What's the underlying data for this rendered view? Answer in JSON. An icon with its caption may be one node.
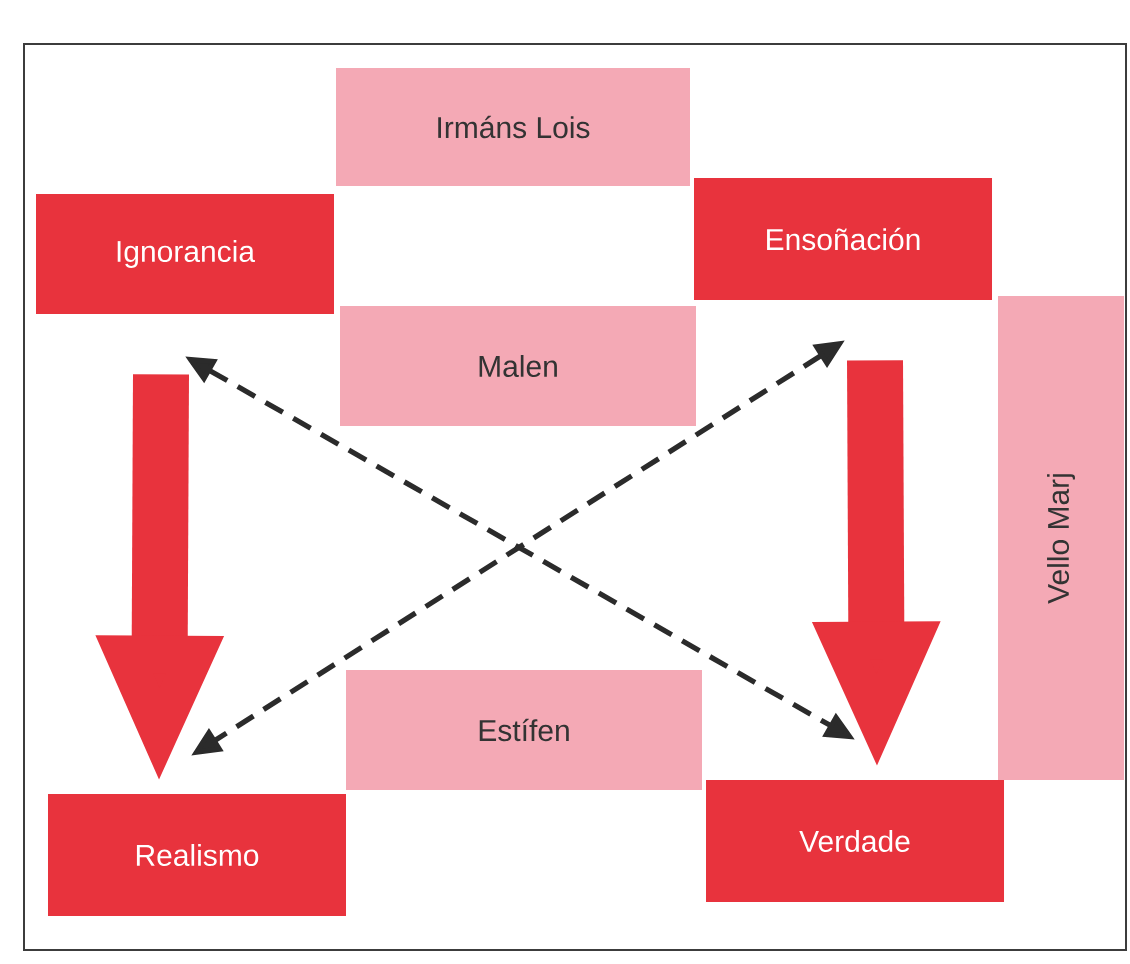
{
  "diagram": {
    "nodes": [
      {
        "text": [
          "Irmáns Lois"
        ]
      },
      {
        "text": [
          "Ignorancia"
        ]
      },
      {
        "text": [
          "Ensoñación"
        ]
      },
      {
        "text": [
          "Malen"
        ]
      },
      {
        "text": [
          "Vello Marj"
        ]
      },
      {
        "text": [
          "Estífen"
        ]
      },
      {
        "text": [
          "Realismo"
        ]
      },
      {
        "text": [
          "Verdade"
        ]
      }
    ],
    "edges": [
      {
        "from": 1,
        "to": 6,
        "arrow": "to",
        "style": "thick",
        "color": "#e8333d"
      },
      {
        "from": 2,
        "to": 7,
        "arrow": "to",
        "style": "thick",
        "color": "#e8333d"
      },
      {
        "from": 1,
        "to": 7,
        "arrow": "both",
        "style": "dashed",
        "color": "#2b2b2b"
      },
      {
        "from": 2,
        "to": 6,
        "arrow": "both",
        "style": "dashed",
        "color": "#2b2b2b"
      }
    ]
  }
}
